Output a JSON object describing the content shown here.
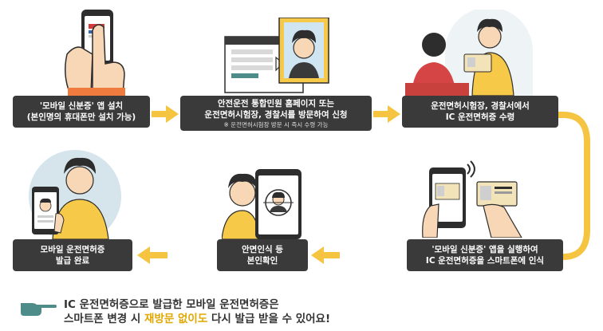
{
  "colors": {
    "box": "#3a3a3a",
    "arrow": "#f5c542",
    "accent": "#e0a800",
    "teal": "#4d8c88",
    "hair": "#2d2d2d",
    "skin": "#f7d7b5",
    "shirt_yellow": "#f7c948"
  },
  "steps": [
    {
      "lines": [
        "'모바일 신분증' 앱 설치",
        "(본인명의 휴대폰만 설치 가능)"
      ]
    },
    {
      "lines": [
        "안전운전 통합민원 홈페이지 또는",
        "운전면허시험장, 경찰서를 방문하여 신청"
      ],
      "note": "※ 운전면허시험장 방문 시 즉시 수령 가능"
    },
    {
      "lines": [
        "운전면허시험장, 경찰서에서",
        "IC 운전면허증 수령"
      ]
    },
    {
      "lines": [
        "'모바일 신분증' 앱을 실행하여",
        "IC 운전면허증을 스마트폰에 인식"
      ]
    },
    {
      "lines": [
        "안면인식 등",
        "본인확인"
      ]
    },
    {
      "lines": [
        "모바일 운전면허증",
        "발급 완료"
      ]
    }
  ],
  "bottom_note": {
    "line1": "IC 운전면허증으로 발급한 모바일 운전면허증은",
    "line2_before": "스마트폰 변경 시 ",
    "line2_highlight": "재방문 없이도",
    "line2_after": " 다시 발급 받을 수 있어요!"
  },
  "icons": [
    "phone-touch-icon",
    "computer-screen-icon",
    "license-handover-icon",
    "nfc-phone-card-icon",
    "face-scan-phone-icon",
    "mobile-license-person-icon",
    "pointing-hand-icon"
  ]
}
